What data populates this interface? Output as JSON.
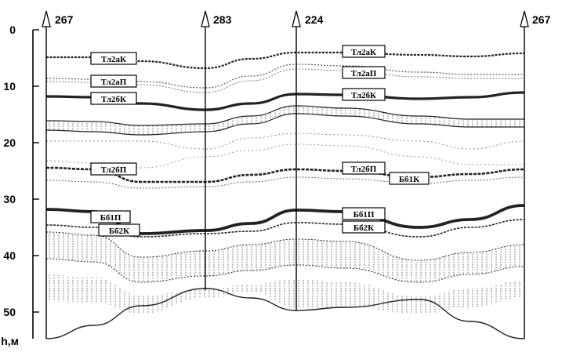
{
  "diagram": {
    "axis": {
      "label": "h,м",
      "ticks": [
        0,
        10,
        20,
        30,
        40,
        50
      ]
    },
    "wells": [
      "267",
      "283",
      "224",
      "267"
    ],
    "horizon_labels": [
      {
        "text": "Тл2аК"
      },
      {
        "text": "Тл2аП"
      },
      {
        "text": "Тл2бК"
      },
      {
        "text": "Тл2бП"
      },
      {
        "text": "Бб1П"
      },
      {
        "text": "Бб2К"
      },
      {
        "text": "Тл2аК"
      },
      {
        "text": "Тл2аП"
      },
      {
        "text": "Тл2бК"
      },
      {
        "text": "Тл2бП"
      },
      {
        "text": "Бб1К"
      },
      {
        "text": "Бб1П"
      },
      {
        "text": "Бб2К"
      }
    ]
  }
}
